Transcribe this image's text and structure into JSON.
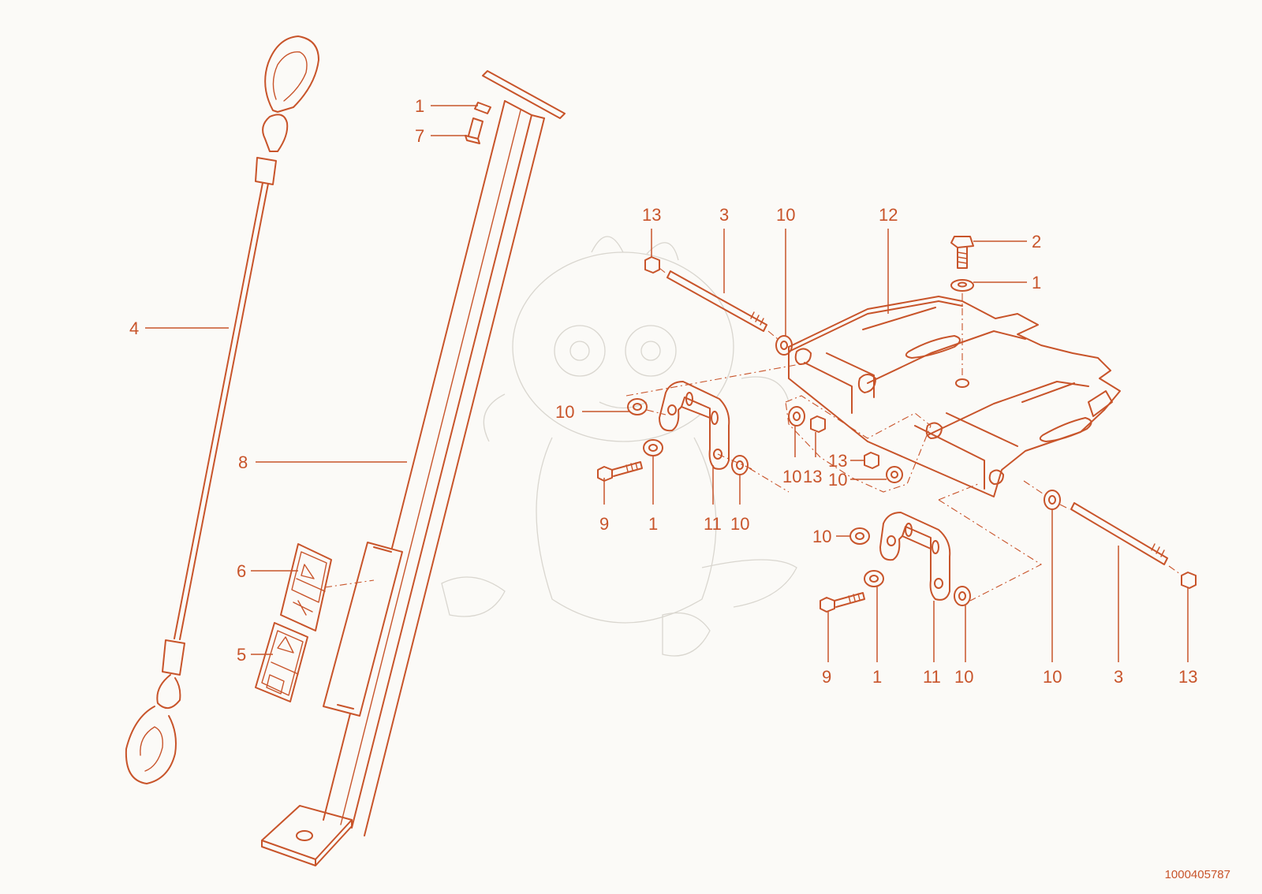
{
  "document_number": "1000405787",
  "callouts": {
    "c1": "1",
    "c7": "7",
    "c4": "4",
    "c8": "8",
    "c6": "6",
    "c5": "5",
    "c13a": "13",
    "c3a": "3",
    "c10a": "10",
    "c12": "12",
    "c2": "2",
    "c1b": "1",
    "c10b": "10",
    "c9a": "9",
    "c1c": "1",
    "c11a": "11",
    "c10c": "10",
    "c10d": "10",
    "c13b": "13",
    "c13c": "13",
    "c10e": "10",
    "c10f": "10",
    "c9b": "9",
    "c1d": "1",
    "c11b": "11",
    "c10g": "10",
    "c10h": "10",
    "c3b": "3",
    "c13d": "13"
  },
  "colors": {
    "line": "#c8542a",
    "background": "#fbfaf7",
    "watermark": "#d9d6cf"
  },
  "watermark_icon": "dragon-mascot-icon"
}
